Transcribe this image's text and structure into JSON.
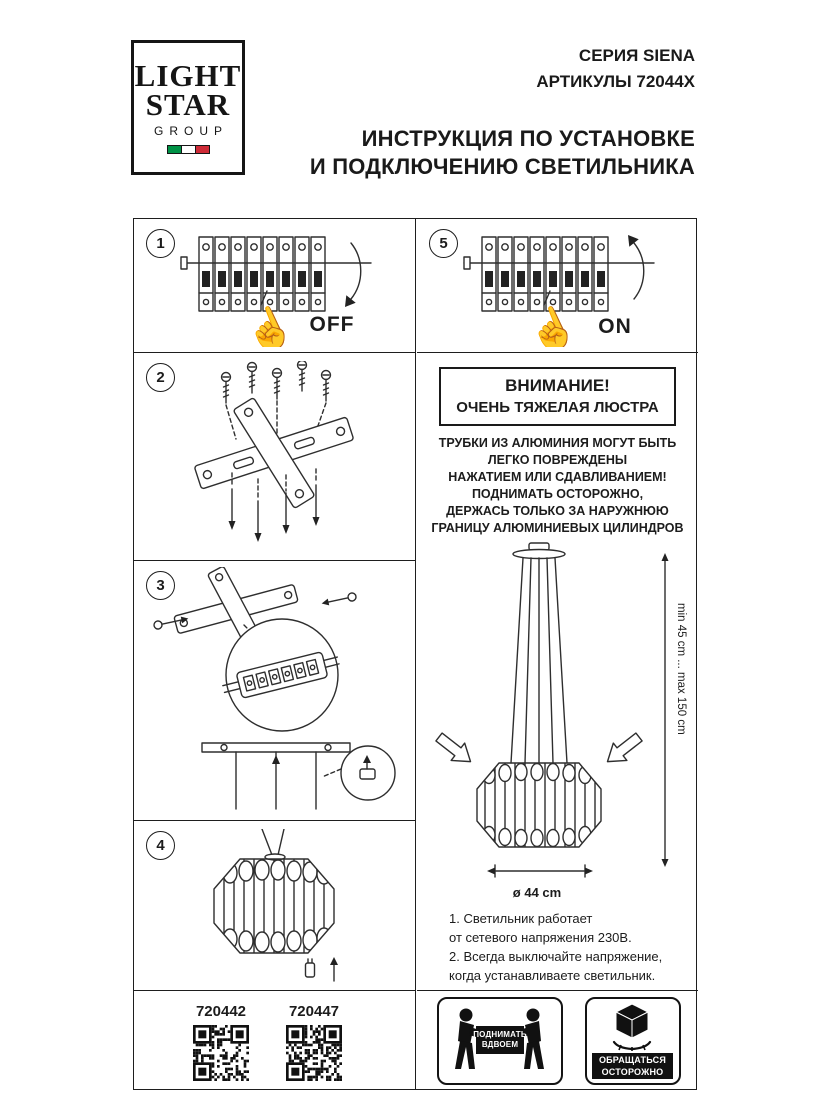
{
  "logo": {
    "word1": "LIGHT",
    "word2": "STAR",
    "word3": "GROUP"
  },
  "header": {
    "series": "СЕРИЯ SIENA",
    "articles": "АРТИКУЛЫ 72044X",
    "title1": "ИНСТРУКЦИЯ ПО УСТАНОВКЕ",
    "title2": "И ПОДКЛЮЧЕНИЮ СВЕТИЛЬНИКА"
  },
  "steps": {
    "s1": "1",
    "s2": "2",
    "s3": "3",
    "s4": "4",
    "s5": "5",
    "off": "OFF",
    "on": "ON"
  },
  "warning": {
    "title": "ВНИМАНИЕ!",
    "subtitle": "ОЧЕНЬ ТЯЖЕЛАЯ ЛЮСТРА",
    "lines": [
      "ТРУБКИ ИЗ АЛЮМИНИЯ МОГУТ БЫТЬ",
      "ЛЕГКО ПОВРЕЖДЕНЫ",
      "НАЖАТИЕМ ИЛИ СДАВЛИВАНИЕМ!",
      "ПОДНИМАТЬ ОСТОРОЖНО,",
      "ДЕРЖАСЬ ТОЛЬКО ЗА НАРУЖНЮЮ",
      "ГРАНИЦУ АЛЮМИНИЕВЫХ ЦИЛИНДРОВ"
    ]
  },
  "dims": {
    "vertical": "min 45 cm ... max 150 cm",
    "diameter": "ø 44 cm"
  },
  "notes": [
    "1. Светильник работает",
    "от сетевого напряжения 230В.",
    "2. Всегда выключайте напряжение,",
    "когда устанавливаете светильник."
  ],
  "footer": {
    "code1": "720442",
    "code2": "720447",
    "lift1": "ПОДНИМАТЬ",
    "lift2": "ВДВОЕМ",
    "care1": "ОБРАЩАТЬСЯ",
    "care2": "ОСТОРОЖНО"
  },
  "colors": {
    "ink": "#1c1c1c",
    "flag_green": "#009246",
    "flag_red": "#CE2B37"
  }
}
